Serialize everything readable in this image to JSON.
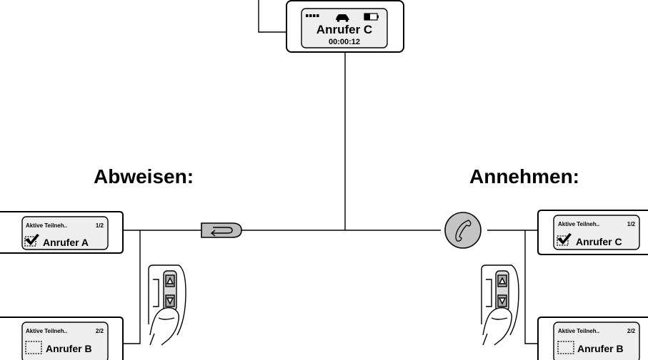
{
  "headings": {
    "reject": "Abweisen:",
    "accept": "Annehmen:"
  },
  "top_display": {
    "status_icons": [
      "signal-strength-icon",
      "car-icon",
      "battery-icon"
    ],
    "caller": "Anrufer C",
    "timer": "00:00:12"
  },
  "reject_branch": {
    "button_icon": "back-arrow-icon",
    "display_1": {
      "header": "Aktive Teilneh..",
      "page": "1/2",
      "checkbox": "checked",
      "caller": "Anrufer A"
    },
    "display_2": {
      "header": "Aktive Teilneh..",
      "page": "2/2",
      "checkbox": "empty",
      "caller": "Anrufer B"
    },
    "control_icon": "steering-wheel-scroll-control-icon"
  },
  "accept_branch": {
    "button_icon": "phone-handset-icon",
    "display_1": {
      "header": "Aktive Teilneh..",
      "page": "1/2",
      "checkbox": "checked",
      "caller": "Anrufer C"
    },
    "display_2": {
      "header": "Aktive Teilneh..",
      "page": "2/2",
      "checkbox": "empty",
      "caller": "Anrufer B"
    },
    "control_icon": "steering-wheel-scroll-control-icon"
  }
}
